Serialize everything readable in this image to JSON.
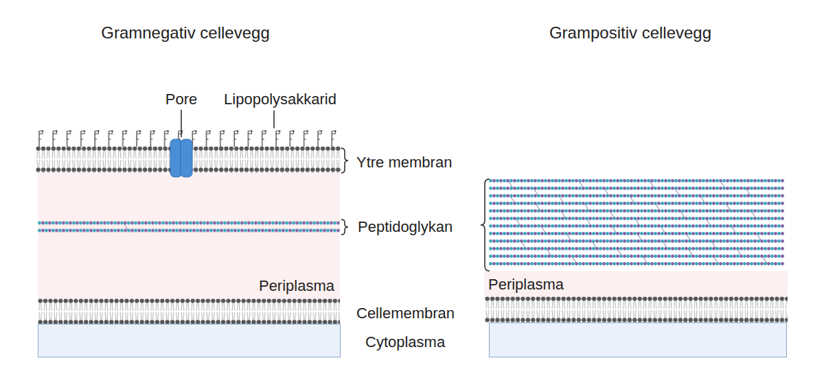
{
  "diagram": {
    "nodes": [
      {
        "text": [
          "Periplasma"
        ]
      },
      {
        "text": [
          "Periplasma"
        ]
      }
    ],
    "labels": [
      "Gramnegativ cellevegg",
      "Grampositiv cellevegg",
      "Pore",
      "Lipopolysakkarid",
      "Ytre membran",
      "Peptidoglykan",
      "Cellemembran",
      "Cytoplasma"
    ]
  }
}
